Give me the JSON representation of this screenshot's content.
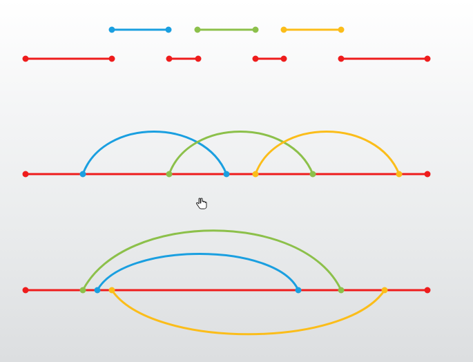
{
  "colors": {
    "red": "#ee1c1c",
    "blue": "#1a9fe0",
    "green": "#8cc04a",
    "yellow": "#fbbd1a"
  },
  "icons": {
    "cursor": "hand-pointer-icon"
  },
  "rows": {
    "segments_top": [
      "blue",
      "green",
      "yellow"
    ],
    "segments_red": [
      "red-segment-1",
      "red-segment-2",
      "red-segment-3",
      "red-segment-4"
    ],
    "overlapping_arcs": [
      "blue",
      "green",
      "yellow"
    ],
    "nested_arcs": [
      "green",
      "blue",
      "yellow"
    ]
  }
}
